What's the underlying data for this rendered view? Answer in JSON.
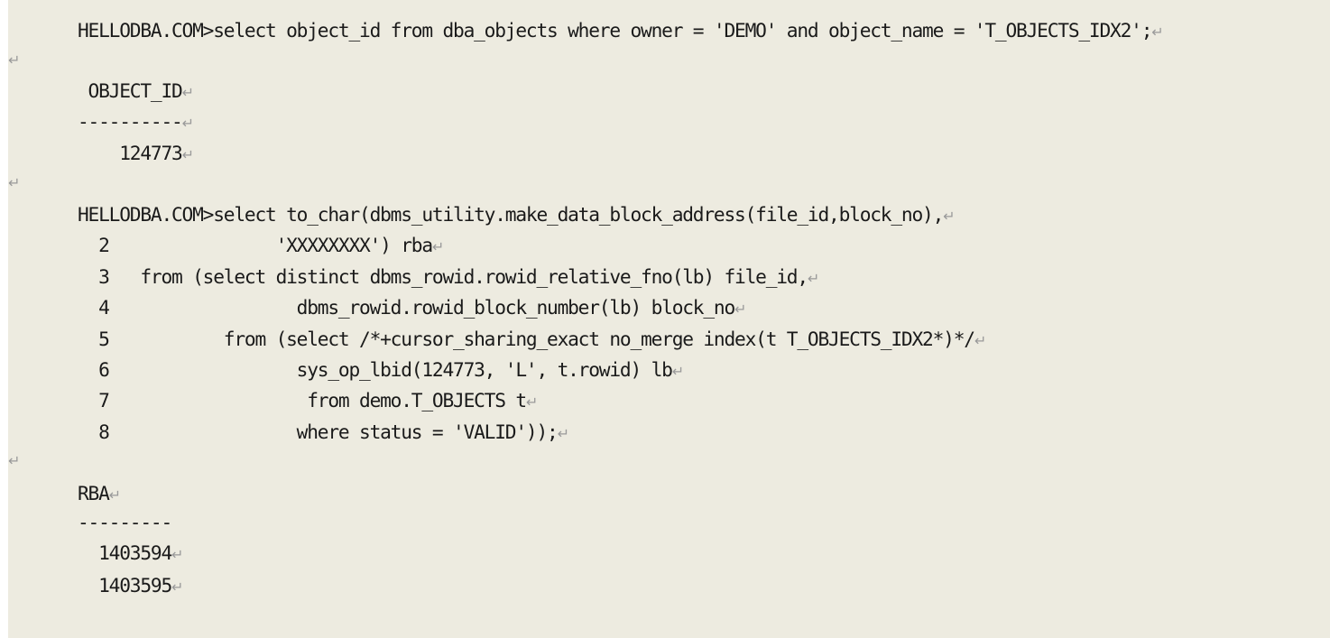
{
  "paragraph_mark": "↵",
  "lines": [
    {
      "text": "HELLODBA.COM>select object_id from dba_objects where owner = 'DEMO' and object_name = 'T_OBJECTS_IDX2';",
      "mark": true
    },
    {
      "text": "",
      "mark": true
    },
    {
      "text": " OBJECT_ID",
      "mark": true
    },
    {
      "text": "----------",
      "mark": true
    },
    {
      "text": "    124773",
      "mark": true
    },
    {
      "text": "",
      "mark": true
    },
    {
      "text": "HELLODBA.COM>select to_char(dbms_utility.make_data_block_address(file_id,block_no),",
      "mark": true
    },
    {
      "text": "  2                'XXXXXXXX') rba",
      "mark": true
    },
    {
      "text": "  3   from (select distinct dbms_rowid.rowid_relative_fno(lb) file_id,",
      "mark": true
    },
    {
      "text": "  4                  dbms_rowid.rowid_block_number(lb) block_no",
      "mark": true
    },
    {
      "text": "  5           from (select /*+cursor_sharing_exact no_merge index(t T_OBJECTS_IDX2*)*/",
      "mark": true
    },
    {
      "text": "  6                  sys_op_lbid(124773, 'L', t.rowid) lb",
      "mark": true
    },
    {
      "text": "  7                   from demo.T_OBJECTS t",
      "mark": true
    },
    {
      "text": "  8                  where status = 'VALID'));",
      "mark": true
    },
    {
      "text": "",
      "mark": true
    },
    {
      "text": "RBA",
      "mark": true
    },
    {
      "text": "---------",
      "mark": false
    },
    {
      "text": "  1403594",
      "mark": true
    },
    {
      "text": "  1403595",
      "mark": true
    }
  ]
}
